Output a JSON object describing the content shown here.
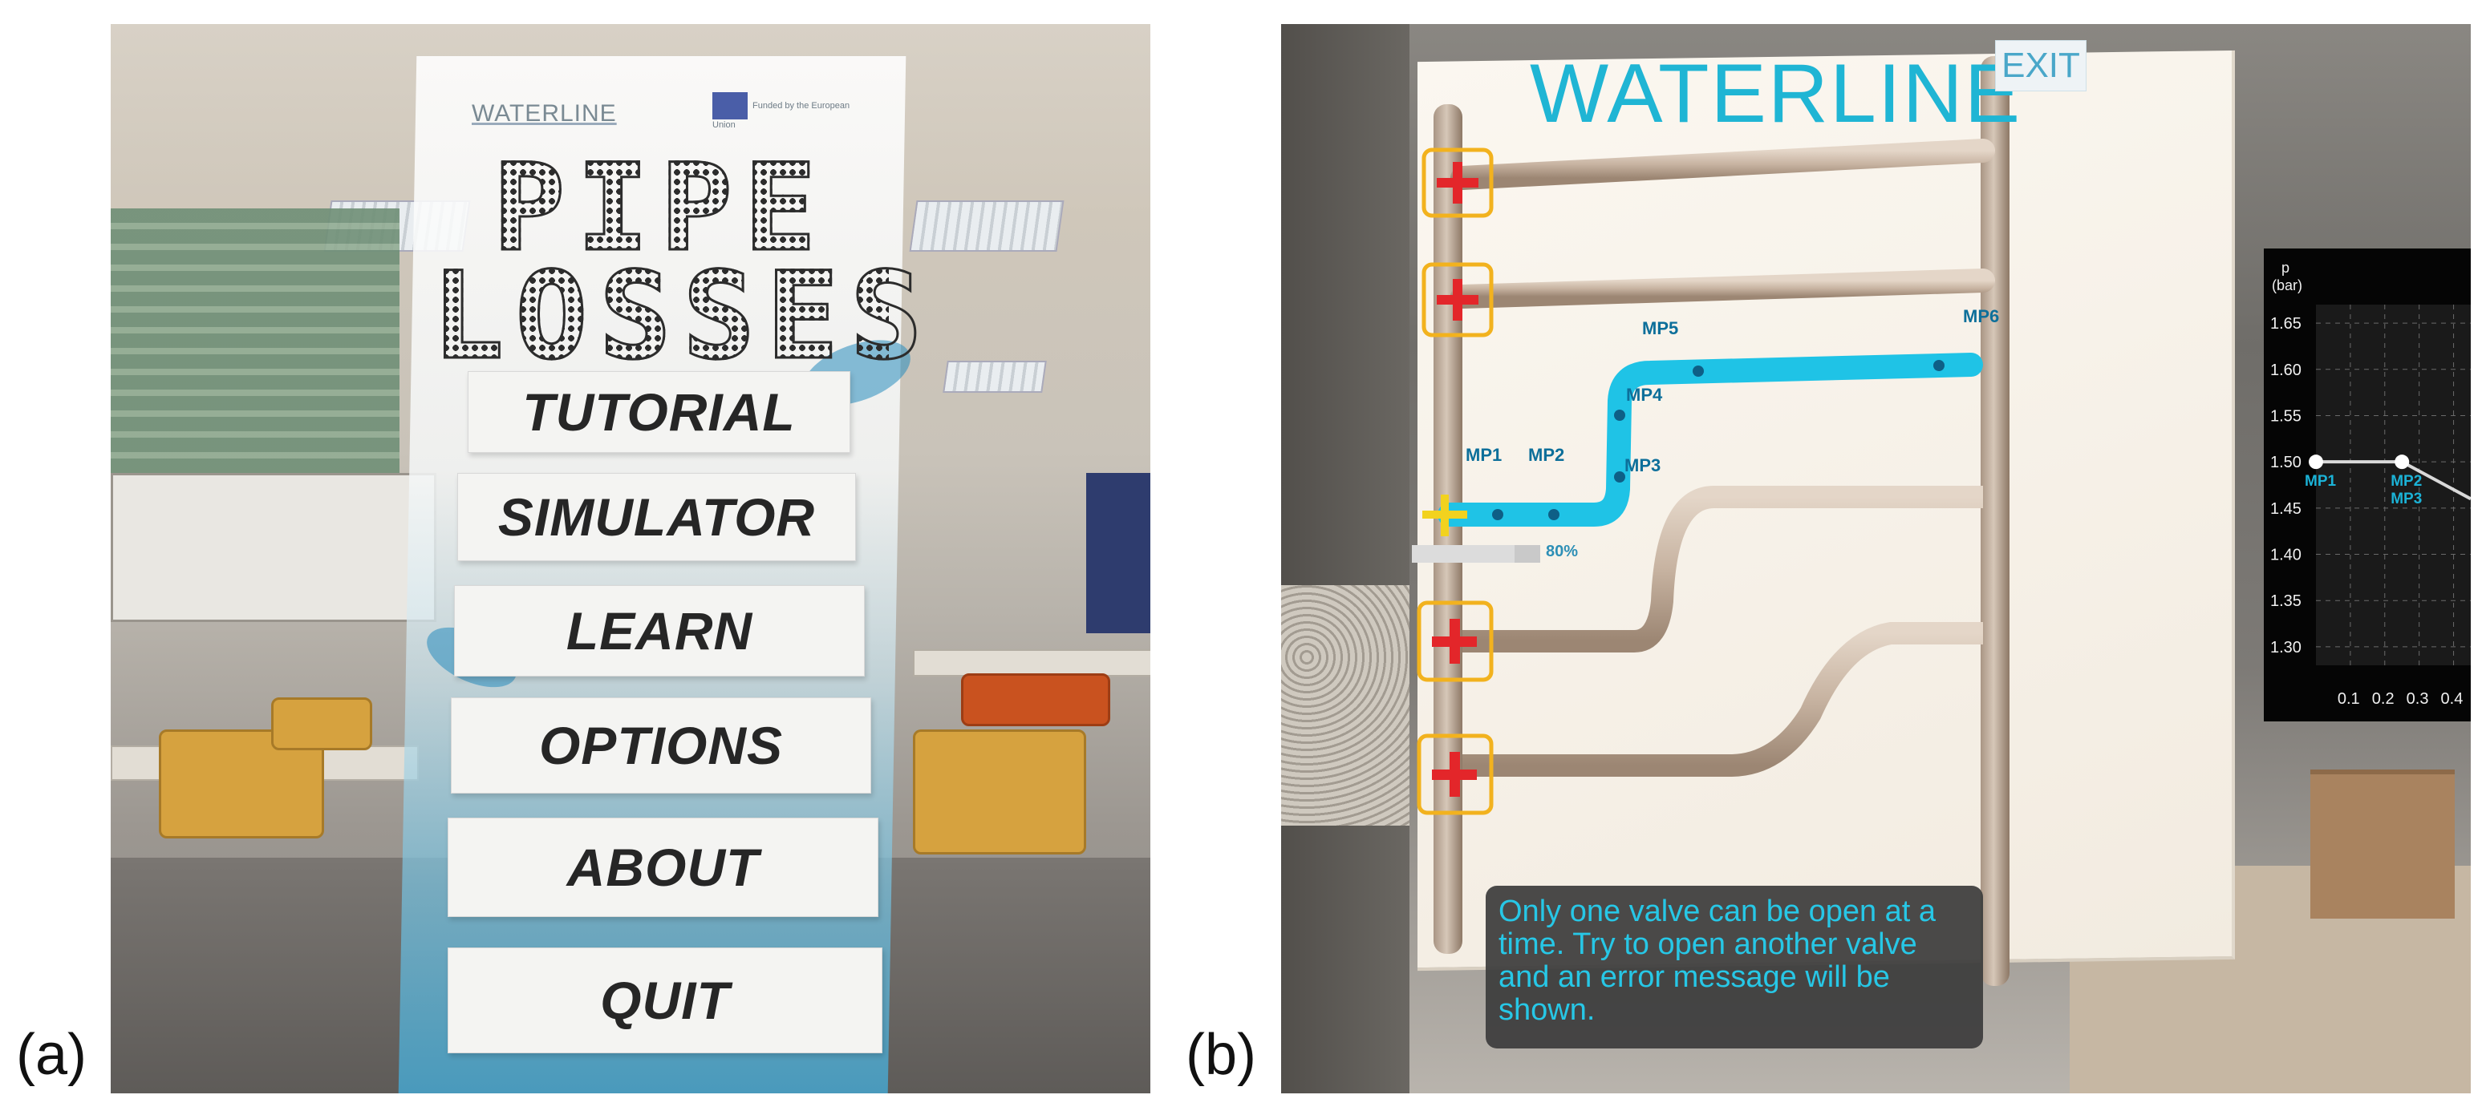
{
  "captions": {
    "a": "(a)",
    "b": "(b)"
  },
  "panel_a": {
    "logo_text": "WATERLINE",
    "funding_text": "Funded by the European Union",
    "title_line1": "PIPE",
    "title_line2": "LOSSES",
    "menu": [
      "TUTORIAL",
      "SIMULATOR",
      "LEARN",
      "OPTIONS",
      "ABOUT",
      "QUIT"
    ]
  },
  "panel_b": {
    "title": "WATERLINE",
    "exit_label": "EXIT",
    "measure_points": [
      "MP1",
      "MP2",
      "MP3",
      "MP4",
      "MP5",
      "MP6"
    ],
    "progress": {
      "value": 0.8,
      "label": "80%"
    },
    "info_message": "Only one valve can be open at a time. Try to open another valve and an error message will be shown.",
    "colors": {
      "active_pipe": "#1fc3e6",
      "inactive_pipe": "#cbb9a8",
      "valve_closed": "#e3262a",
      "valve_open": "#f2d21e",
      "valve_frame": "#f2b21e"
    }
  },
  "chart_data": {
    "type": "line",
    "title": "",
    "ylabel": "p\n(bar)",
    "xlabel": "",
    "yticks": [
      "1.65",
      "1.60",
      "1.55",
      "1.50",
      "1.45",
      "1.40",
      "1.35",
      "1.30"
    ],
    "xticks": [
      "0.1",
      "0.2",
      "0.3",
      "0.4"
    ],
    "ylim": [
      1.28,
      1.67
    ],
    "xlim": [
      0.0,
      0.45
    ],
    "grid": true,
    "series": [
      {
        "x": [
          0.0,
          0.25,
          0.45
        ],
        "y": [
          1.5,
          1.5,
          1.46
        ],
        "labels": [
          "MP1",
          "MP2",
          ""
        ]
      }
    ],
    "extra_labels": [
      "MP3"
    ]
  }
}
